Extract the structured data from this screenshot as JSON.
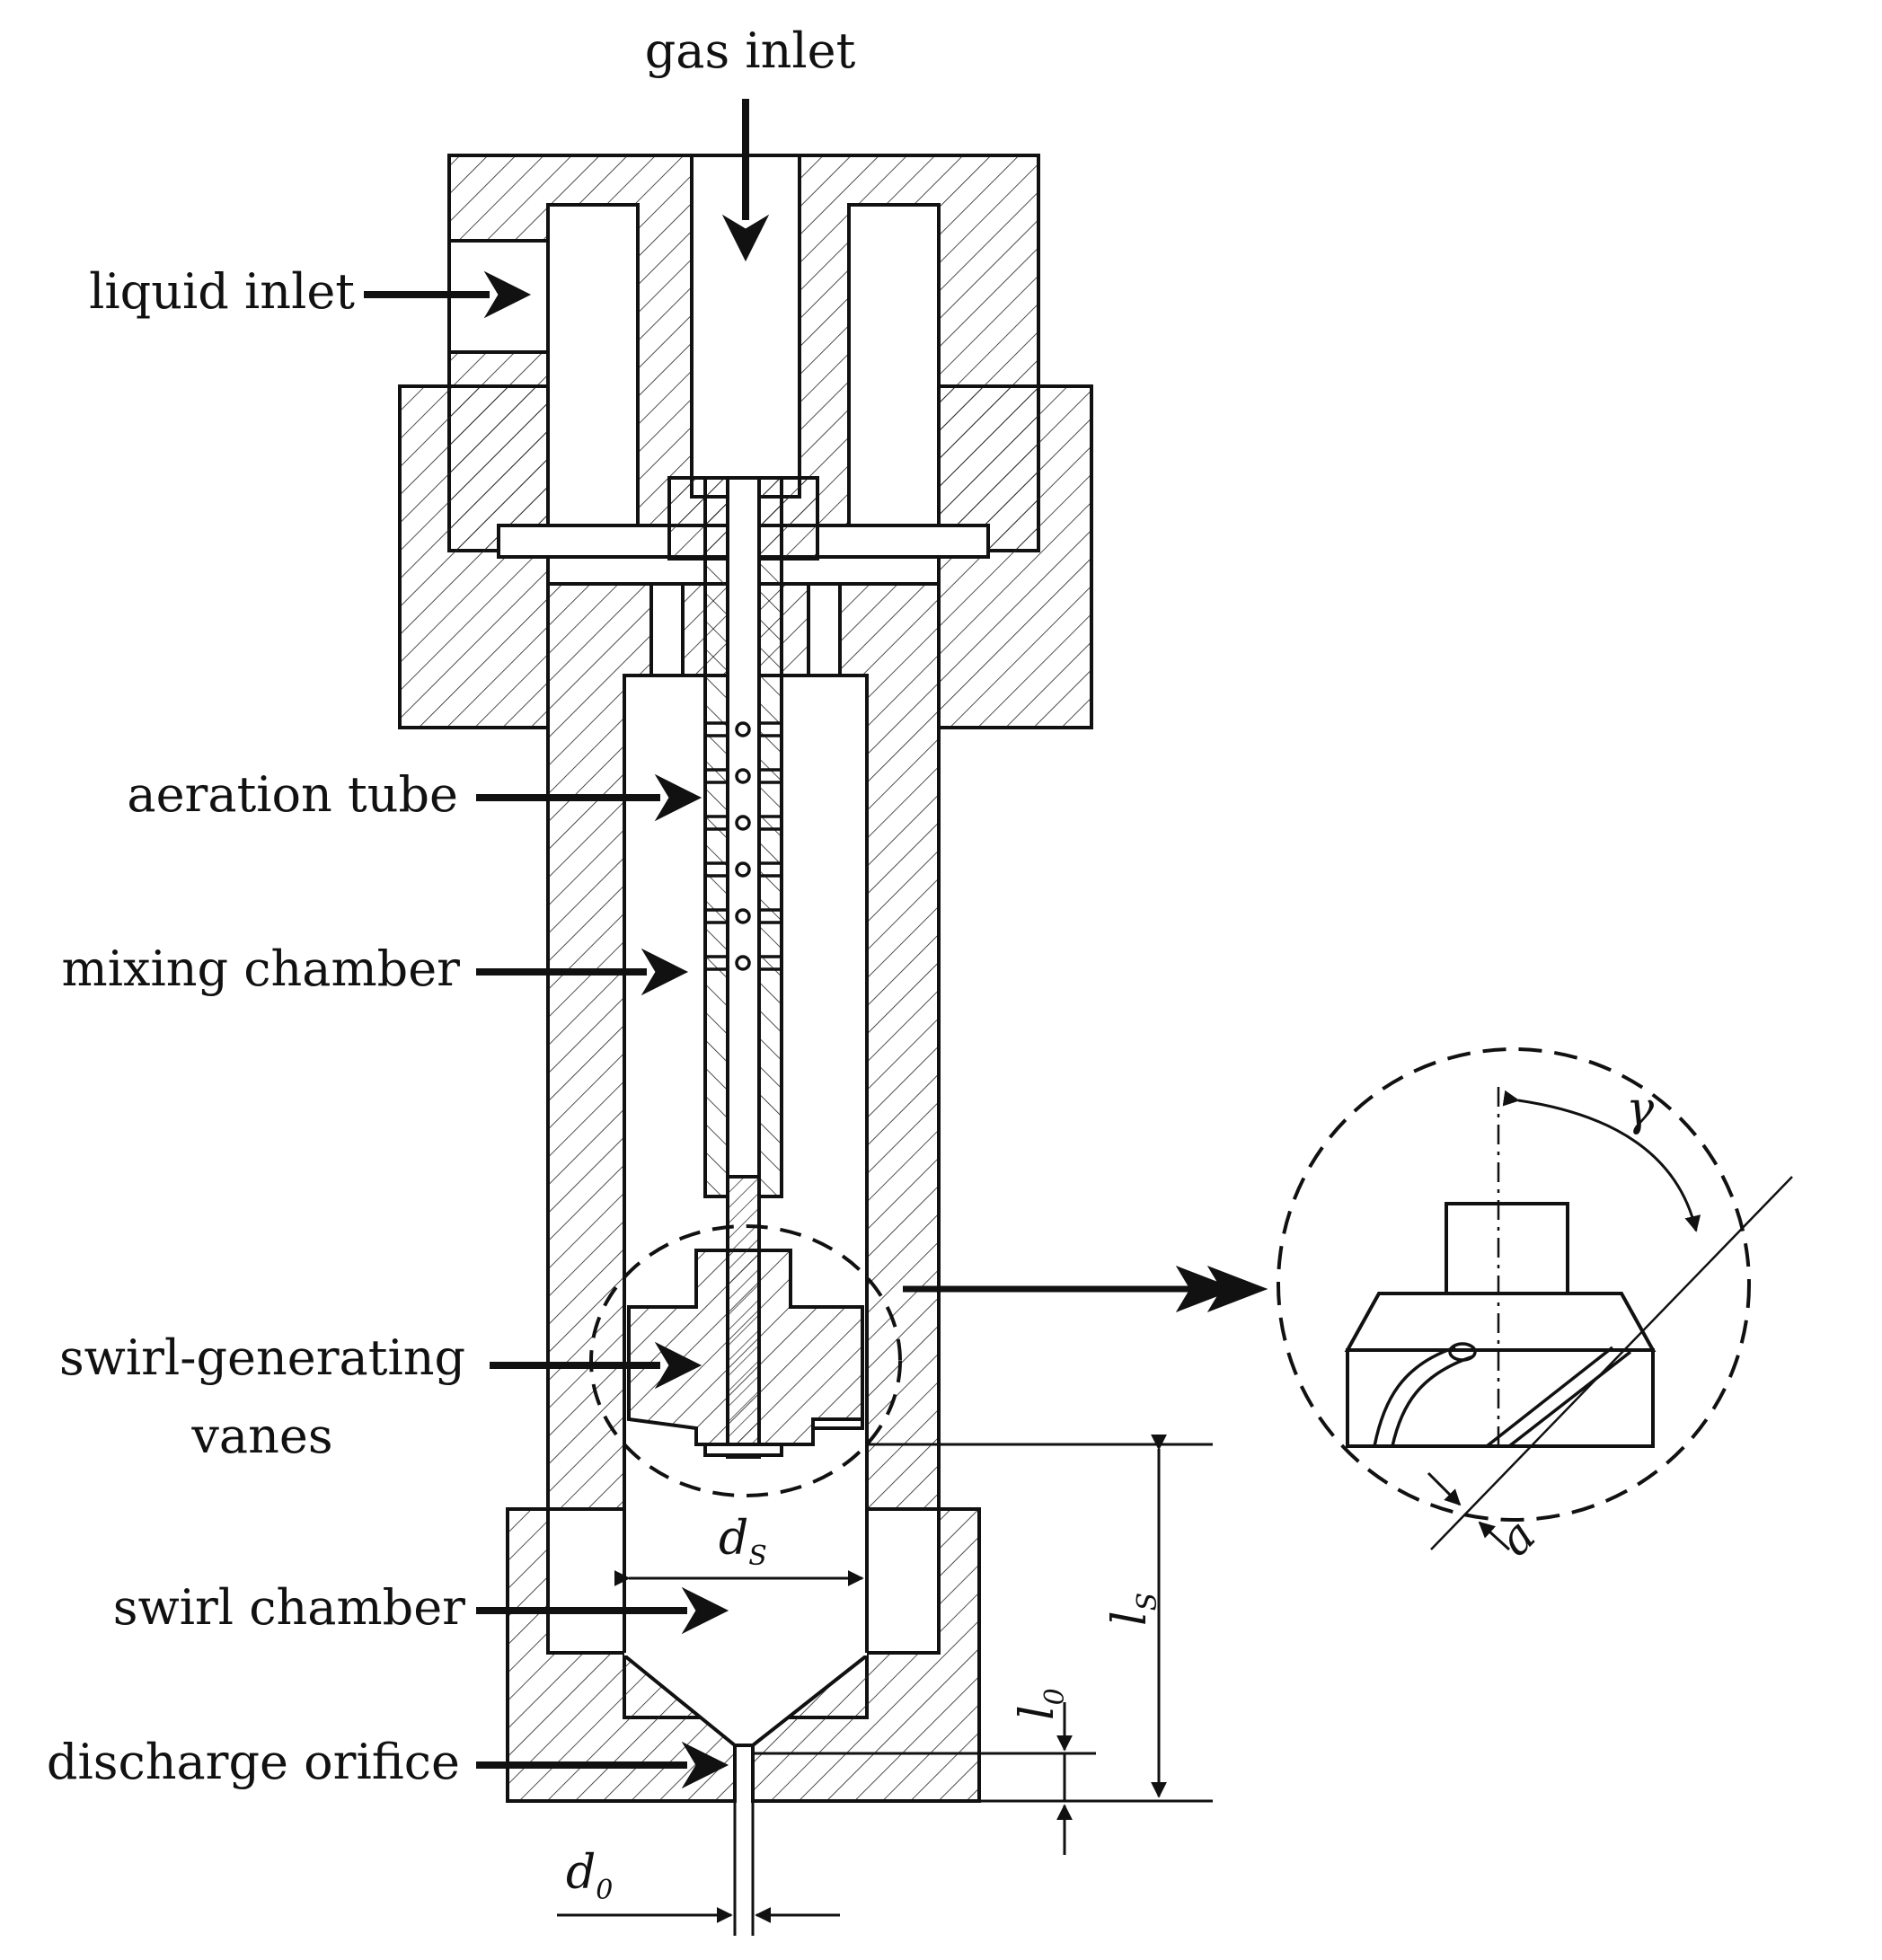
{
  "labels": {
    "gas_inlet": "gas inlet",
    "liquid_inlet": "liquid inlet",
    "aeration_tube": "aeration tube",
    "mixing_chamber": "mixing chamber",
    "swirl_vanes_line1": "swirl-generating",
    "swirl_vanes_line2": "vanes",
    "swirl_chamber": "swirl chamber",
    "discharge_orifice": "discharge orifice"
  },
  "dimensions": {
    "ds": "d",
    "ds_sub": "S",
    "ls": "l",
    "ls_sub": "S",
    "l0": "l",
    "l0_sub": "0",
    "d0": "d",
    "d0_sub": "0",
    "gamma": "γ",
    "a": "a"
  },
  "colors": {
    "line": "#111111",
    "background": "#ffffff"
  }
}
